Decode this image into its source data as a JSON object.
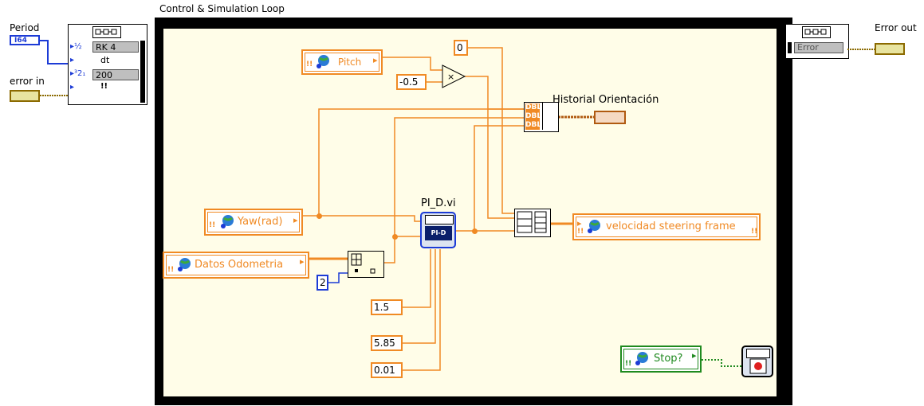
{
  "loop": {
    "title": "Control & Simulation Loop",
    "params": {
      "solver": "RK 4",
      "dt_label": "dt",
      "steps": "200",
      "err": "!!"
    }
  },
  "left_inputs": {
    "period_label": "Period",
    "period_type": "I64",
    "error_in_label": "error in"
  },
  "right_outputs": {
    "error_label": "Error",
    "error_out_label": "Error out"
  },
  "variables": {
    "pitch": "Pitch",
    "yaw": "Yaw(rad)",
    "odometry": "Datos Odometria",
    "velocity": "velocidad steering frame",
    "stop": "Stop?"
  },
  "constants": {
    "zero": "0",
    "neg_half": "-0.5",
    "index": "2",
    "kp": "1.5",
    "ki": "5.85",
    "kd": "0.01"
  },
  "subvi": {
    "name": "PI_D.vi",
    "icon_text": "PI-D"
  },
  "history": {
    "label": "Historial Orientación",
    "terms": [
      "DBL",
      "DBL",
      "DBL"
    ]
  },
  "colors": {
    "orange_wire": "#f08a24",
    "blue_wire": "#1c3bd6",
    "green_wire": "#1f8a1f",
    "error_wire": "#8b6a00",
    "loop_frame": "#000000"
  }
}
